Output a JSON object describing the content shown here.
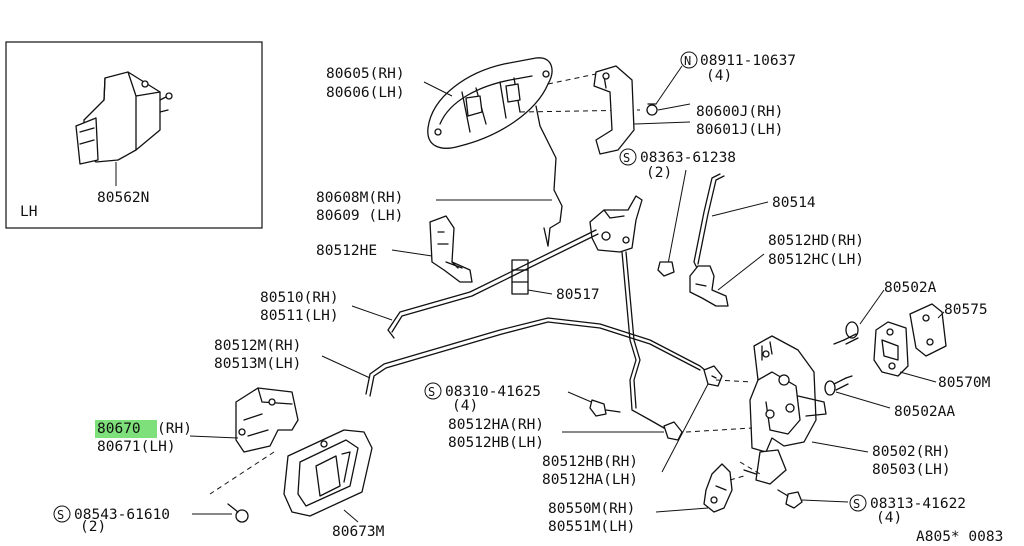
{
  "inset": {
    "label": "LH",
    "part": "80562N"
  },
  "callouts": {
    "p80605": "80605(RH)",
    "p80606": "80606(LH)",
    "p80608M": "80608M(RH)",
    "p80609": "80609 (LH)",
    "p80512HE": "80512HE",
    "p80510": "80510(RH)",
    "p80511": "80511(LH)",
    "p80517": "80517",
    "p80512M": "80512M(RH)",
    "p80513M": "80513M(LH)",
    "p80670": "80670",
    "p80670_suffix": "(RH)",
    "p80671": "80671(LH)",
    "p80673M": "80673M",
    "p80600J": "80600J(RH)",
    "p80601J": "80601J(LH)",
    "p80514": "80514",
    "p80512HD": "80512HD(RH)",
    "p80512HC": "80512HC(LH)",
    "p80502A": "80502A",
    "p80575": "80575",
    "p80570M": "80570M",
    "p80502AA": "80502AA",
    "p80512HA": "80512HA(RH)",
    "p80512HB": "80512HB(LH)",
    "p80512HB2": "80512HB(RH)",
    "p80512HA2": "80512HA(LH)",
    "p80502": "80502(RH)",
    "p80503": "80503(LH)",
    "p80550M": "80550M(RH)",
    "p80551M": "80551M(LH)"
  },
  "fasteners": {
    "f08911": {
      "prefix": "N",
      "number": "08911-10637",
      "qty": "(4)"
    },
    "f08363": {
      "prefix": "S",
      "number": "08363-61238",
      "qty": "(2)"
    },
    "f08310": {
      "prefix": "S",
      "number": "08310-41625",
      "qty": "(4)"
    },
    "f08543": {
      "prefix": "S",
      "number": "08543-61610",
      "qty": "(2)"
    },
    "f08313": {
      "prefix": "S",
      "number": "08313-41622",
      "qty": "(4)"
    }
  },
  "diagram_code": "A805* 0083",
  "highlight_color": "#7ee07a"
}
